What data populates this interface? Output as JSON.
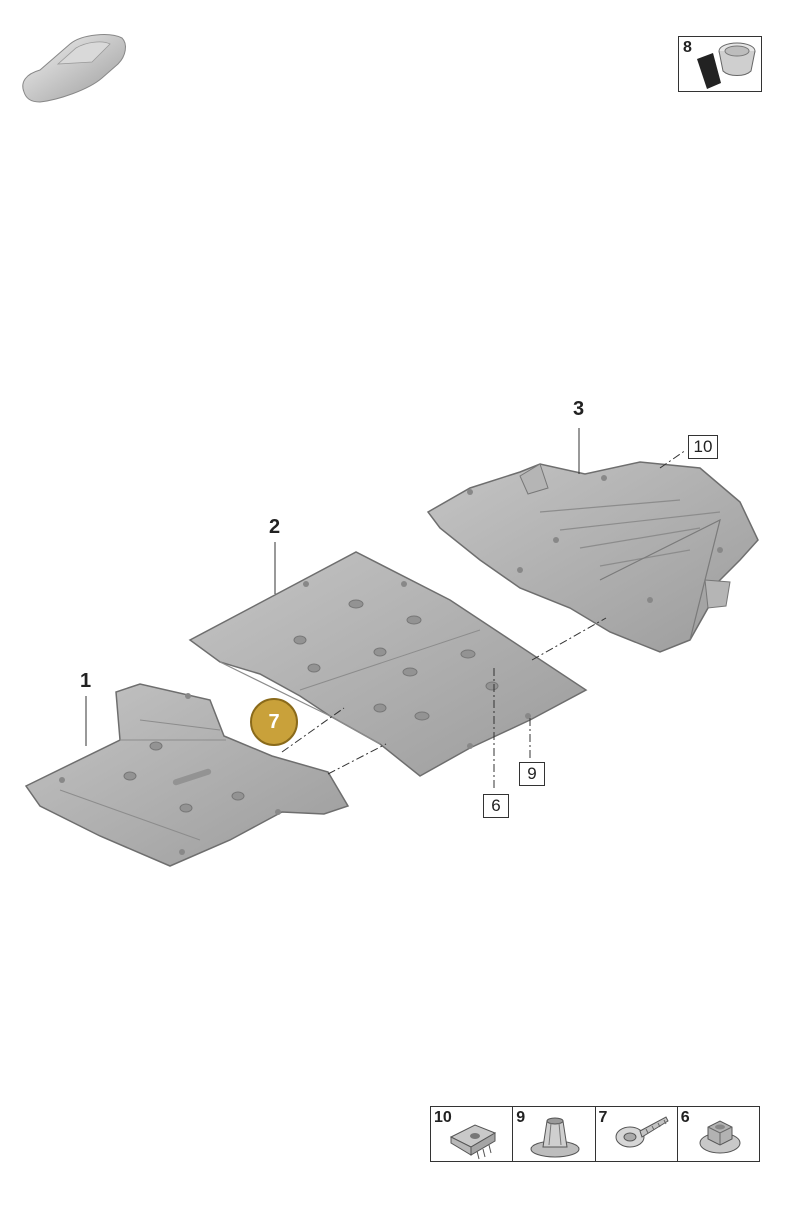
{
  "callouts": {
    "part1": "1",
    "part2": "2",
    "part3": "3",
    "highlighted": "7"
  },
  "box_labels": {
    "label6": "6",
    "label9": "9",
    "label10": "10"
  },
  "inset_part": {
    "number": "8"
  },
  "legend_strip": [
    {
      "number": "10",
      "icon": "clip-nut-icon"
    },
    {
      "number": "9",
      "icon": "expansion-nut-icon"
    },
    {
      "number": "7",
      "icon": "tapping-screw-icon"
    },
    {
      "number": "6",
      "icon": "flange-nut-icon"
    }
  ],
  "colors": {
    "panel": "#a9a9a9",
    "panel_edge": "#7d7d7d",
    "highlight": "#c9a13a"
  }
}
